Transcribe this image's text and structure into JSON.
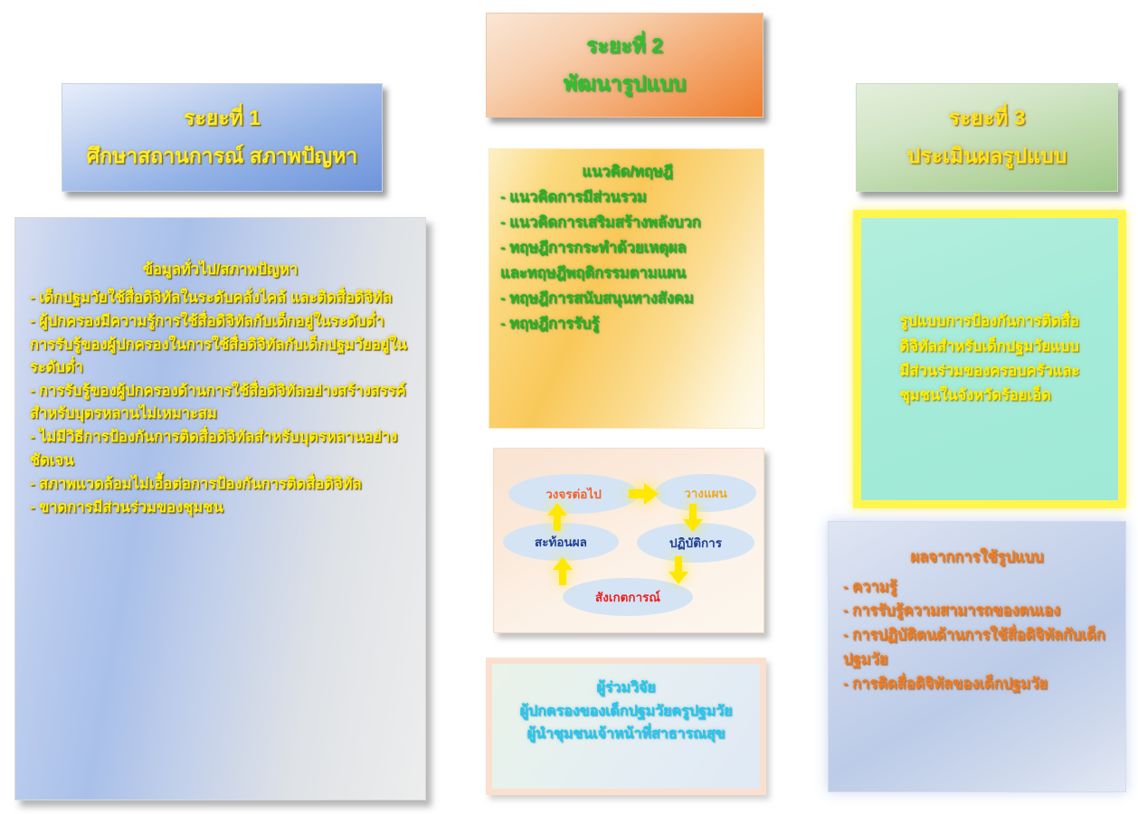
{
  "diagram": {
    "title": "รูปแบบการป้องกันการติดสื่อดิจิทัลสำหรับเด็กปฐมวัย - กรอบการวิจัย 3 ระยะ",
    "colors": {
      "phase1_header_text": "#ffee22",
      "phase2_header_text": "#2fc22f",
      "phase3_header_text": "#ffe515",
      "phase1_body_text": "#fff000",
      "concepts_text": "#24b324",
      "participants_text": "#24c8ef",
      "model_text": "#fff000",
      "outcomes_text": "#ef7d22",
      "model_border": "#fff64d",
      "arrow_color": "#ffe800"
    }
  },
  "phase1": {
    "header": {
      "line1": "ระยะที่ 1",
      "line2": "ศึกษาสถานการณ์ สภาพปัญหา"
    },
    "body": {
      "heading": "ข้อมูลทั่วไป/สภาพปัญหา",
      "items": [
        "- เด็กปฐมวัยใช้สื่อดิจิทัลในระดับคลั่งไคล้ และติดสื่อดิจิทัล",
        "- ผู้ปกครองมีความรู้การใช้สื่อดิจิทัลกับเด็กอยู่ในระดับต่ำ",
        "การรับรู้ของผู้ปกครองในการใช้สื่อดิจิทัลกับเด็กปฐมวัยอยู่ในระดับต่ำ",
        "- การรับรู้ของผู้ปกครองด้านการใช้สื่อดิจิทัลอย่างสร้างสรรค์สำหรับบุตรหลานไม่เหมาะสม",
        "- ไม่มีวิธีการป้องกันการติดสื่อดิจิทัลสำหรับบุตรหลานอย่างชัดเจน",
        "- สภาพแวดล้อมไม่เอื้อต่อการป้องกันการติดสื่อดิจิทัล",
        "- ขาดการมีส่วนร่วมของชุมชน"
      ]
    }
  },
  "phase2": {
    "header": {
      "line1": "ระยะที่ 2",
      "line2": "พัฒนารูปแบบ"
    },
    "concepts": {
      "heading": "แนวคิด/ทฤษฎี",
      "items": [
        "- แนวคิดการมีส่วนรวม",
        "- แนวคิดการเสริมสร้างพลังบวก",
        "- ทฤษฎีการกระทำด้วยเหตุผล",
        "และทฤษฎีพฤติกรรมตามแผน",
        "- ทฤษฎีการสนับสนุนทางสังคม",
        "- ทฤษฎีการรับรู้"
      ]
    },
    "cycle": {
      "nodes": [
        {
          "label": "วงจรต่อไป",
          "color": "#f4622a"
        },
        {
          "label": "วางแผน",
          "color": "#f0a81e"
        },
        {
          "label": "ปฏิบัติการ",
          "color": "#1f3f8f"
        },
        {
          "label": "สะท้อนผล",
          "color": "#1f3f8f"
        },
        {
          "label": "สังเกตการณ์",
          "color": "#ef2020"
        }
      ],
      "arrows": [
        {
          "name": "arrow-next-to-plan",
          "direction": "right"
        },
        {
          "name": "arrow-plan-to-act",
          "direction": "down"
        },
        {
          "name": "arrow-act-to-observe",
          "direction": "down"
        },
        {
          "name": "arrow-observe-to-reflect",
          "direction": "up"
        },
        {
          "name": "arrow-reflect-to-next",
          "direction": "up"
        }
      ]
    },
    "participants": {
      "heading": "ผู้ร่วมวิจัย",
      "lines": [
        "ผู้ปกครองของเด็กปฐมวัยครูปฐมวัย",
        "ผู้นำชุมชนเจ้าหน้าที่สาธารณสุข"
      ]
    }
  },
  "phase3": {
    "header": {
      "line1": "ระยะที่ 3",
      "line2": "ประเมินผลรูปแบบ"
    },
    "model": {
      "lines": [
        "รูปแบบการป้องกันการติดสื่อ",
        "ดิจิทัลสำหรับเด็กปฐมวัยแบบ",
        "มีส่วนร่วมของครอบครัวและ",
        "ชุมชนในจังหวัดร้อยเอ็ด"
      ]
    },
    "outcomes": {
      "heading": "ผลจากการใช้รูปแบบ",
      "items": [
        "- ความรู้",
        "- การรับรู้ความสามารถของตนเอง",
        "- การปฏิบัติตนด้านการใช้สื่อดิจิทัลกับเด็กปฐมวัย",
        "- การติดสื่อดิจิทัลของเด็กปฐมวัย"
      ]
    }
  }
}
